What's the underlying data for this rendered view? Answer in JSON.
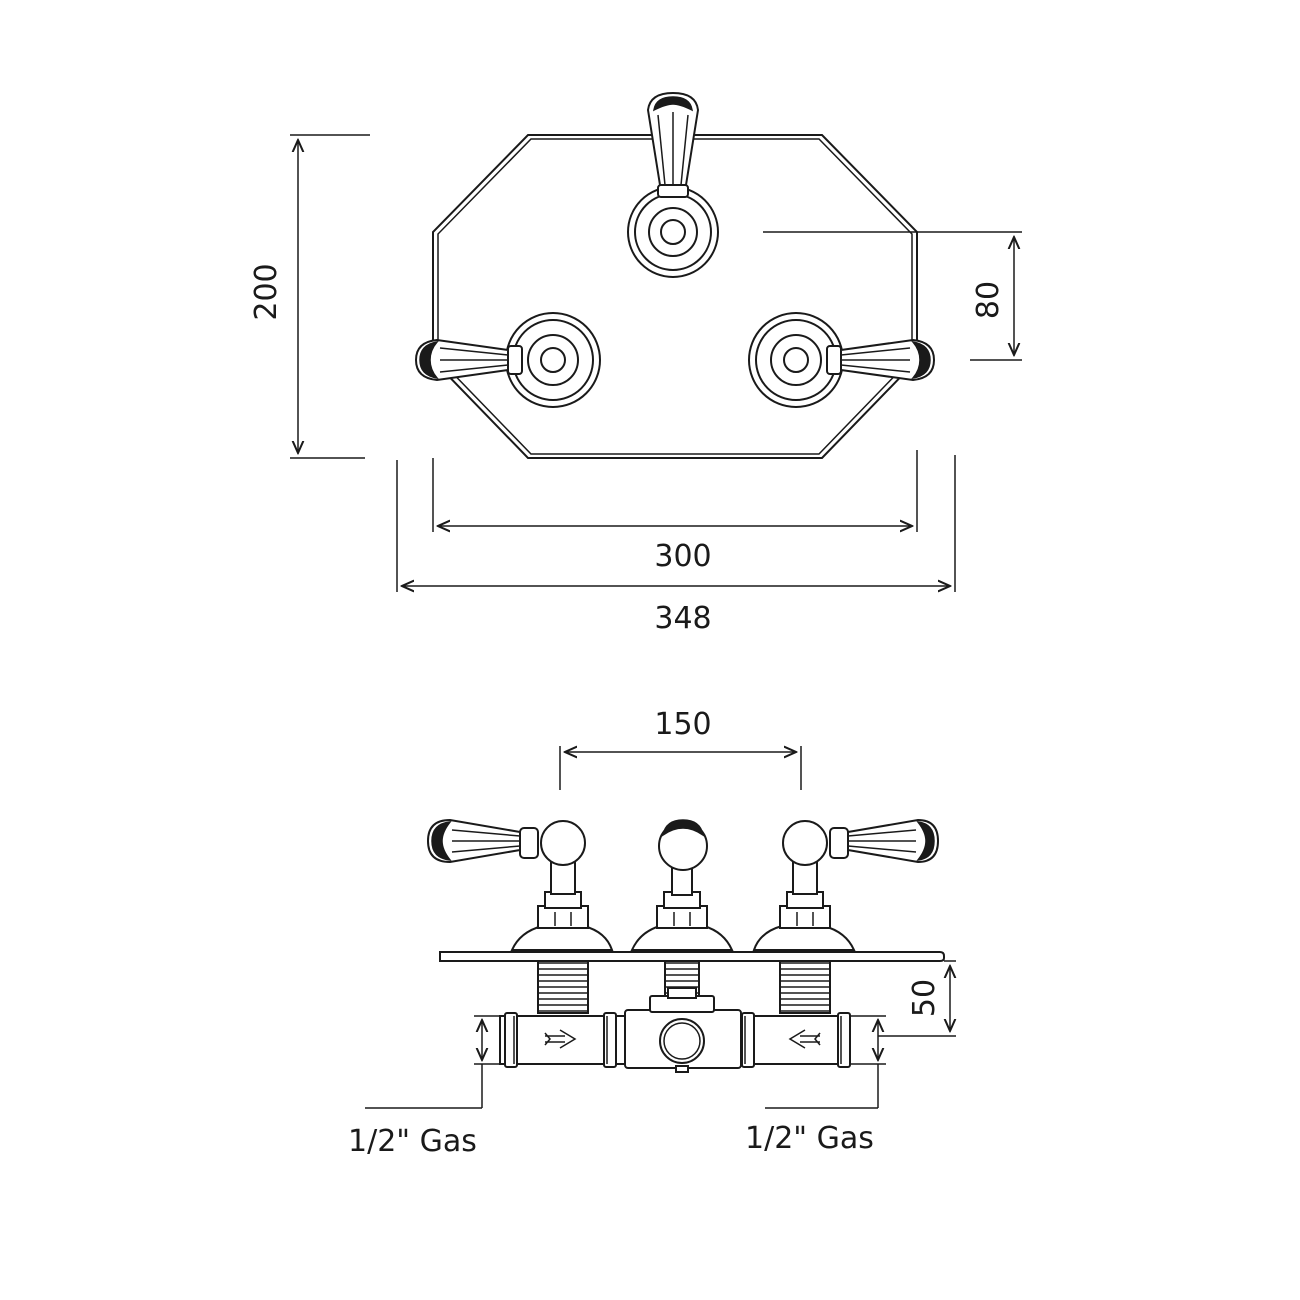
{
  "dimensions": {
    "height_total": "200",
    "handle_offset": "80",
    "plate_width": "300",
    "overall_width": "348",
    "handle_spacing": "150",
    "depth": "50"
  },
  "connections": {
    "left_label": "1/2\" Gas",
    "right_label": "1/2\" Gas"
  },
  "colors": {
    "line": "#1a1a1a",
    "background": "#ffffff"
  }
}
